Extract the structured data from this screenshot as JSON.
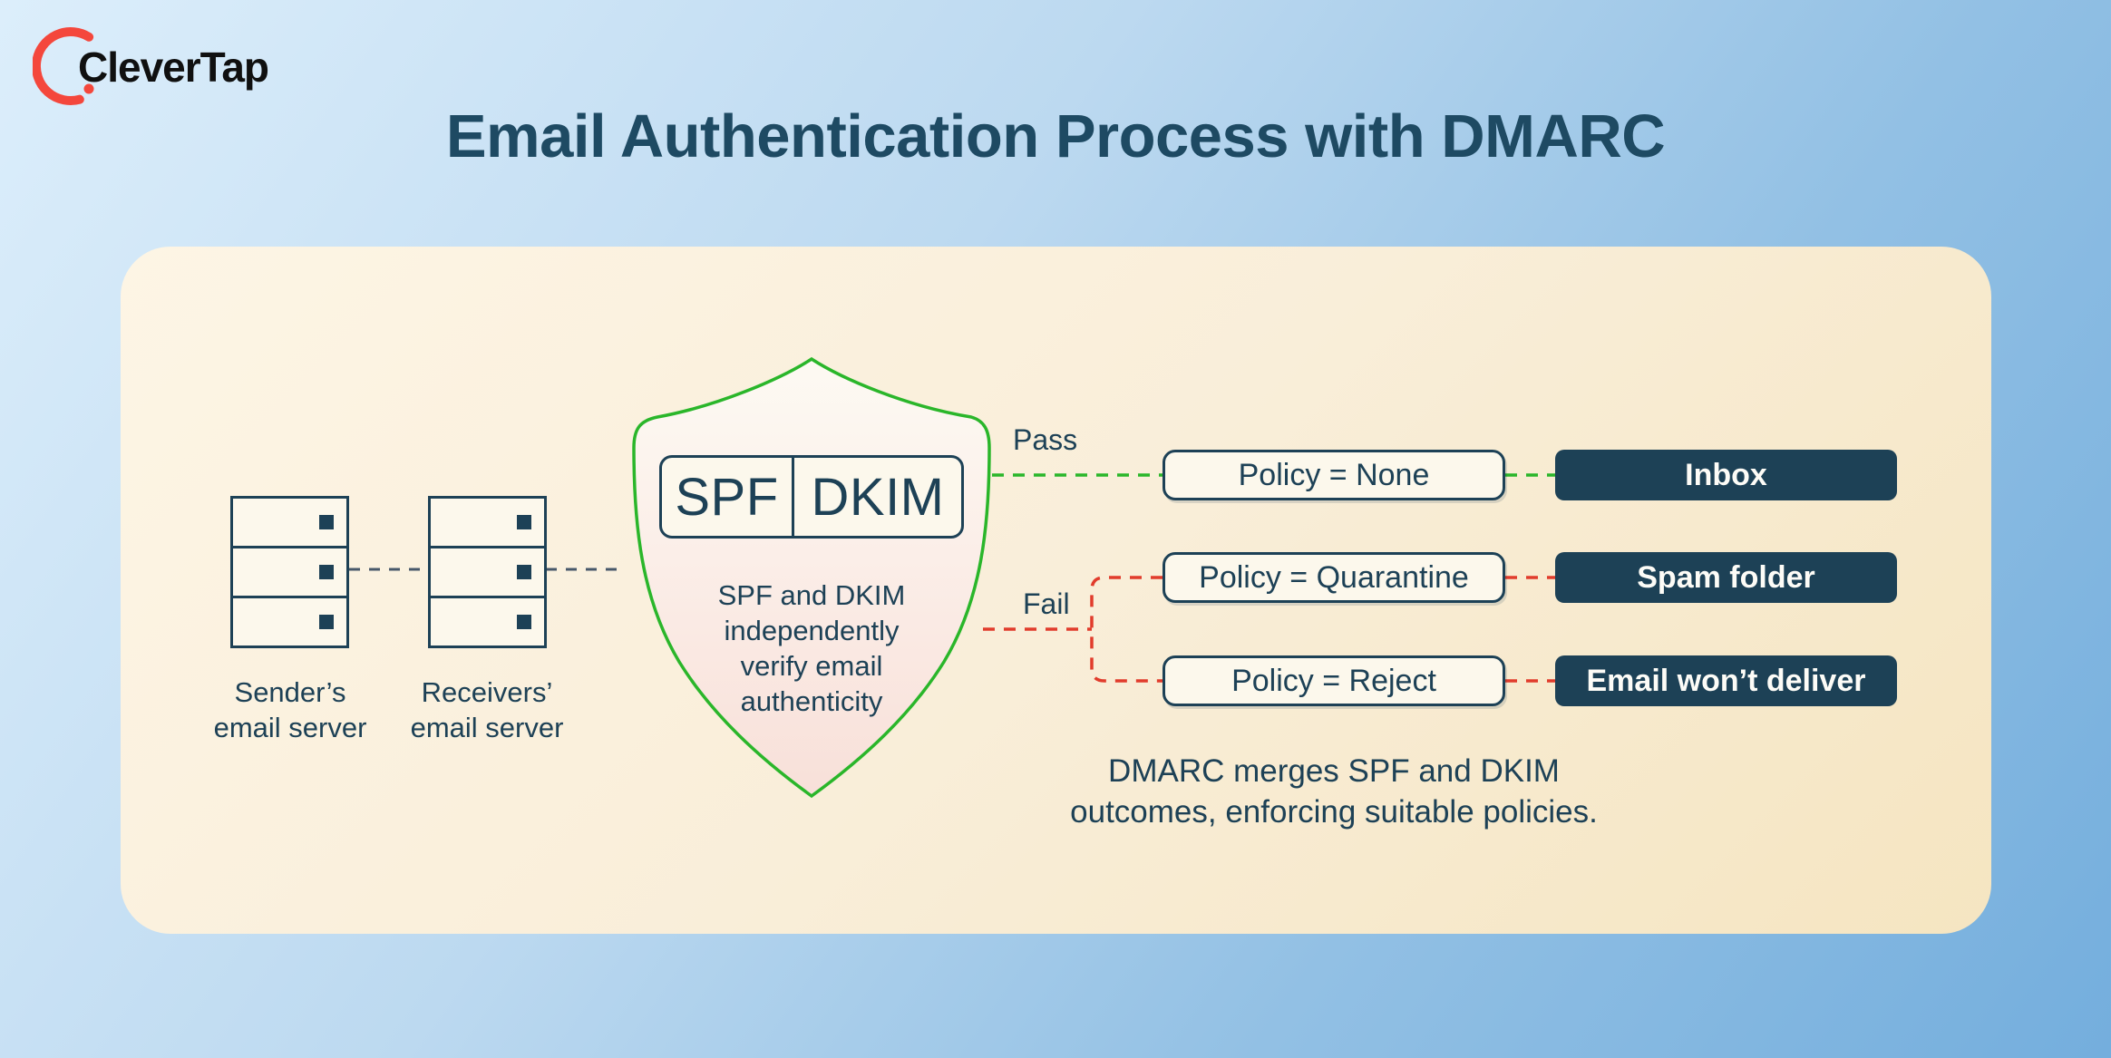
{
  "brand": {
    "name": "CleverTap"
  },
  "header": {
    "title": "Email Authentication Process with DMARC"
  },
  "diagram": {
    "servers": [
      {
        "line1": "Sender’s",
        "line2": "email server"
      },
      {
        "line1": "Receivers’",
        "line2": "email server"
      }
    ],
    "shield": {
      "spf": "SPF",
      "dkim": "DKIM",
      "description": "SPF and DKIM independently verify email authenticity"
    },
    "pass_label": "Pass",
    "fail_label": "Fail",
    "policies": [
      {
        "policy": "Policy = None",
        "outcome": "Inbox",
        "result": "pass"
      },
      {
        "policy": "Policy = Quarantine",
        "outcome": "Spam folder",
        "result": "fail"
      },
      {
        "policy": "Policy = Reject",
        "outcome": "Email won’t deliver",
        "result": "fail"
      }
    ],
    "caption": {
      "line1": "DMARC merges SPF and DKIM",
      "line2": "outcomes, enforcing suitable policies."
    }
  },
  "colors": {
    "navy": "#1d4156",
    "title": "#1e4a63",
    "pass_green": "#2ab62a",
    "fail_red": "#e13c2c",
    "logo_red": "#f4473c",
    "card_cream_light": "#fdf5e5",
    "card_cream_dark": "#f5e5c1",
    "background_blue_light": "#dceefb",
    "background_blue_dark": "#74aedd"
  }
}
